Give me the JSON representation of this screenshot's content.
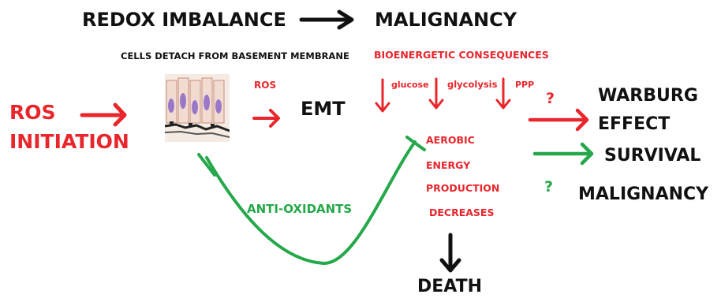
{
  "header": {
    "left": "REDOX IMBALANCE",
    "right": "MALIGNANCY"
  },
  "labels": {
    "cells_detach": "CELLS DETACH FROM BASEMENT MEMBRANE",
    "bioenergetic": "BIOENERGETIC CONSEQUENCES",
    "ros_initiation_line1": "ROS",
    "ros_initiation_line2": "INITIATION",
    "ros_small": "ROS",
    "emt": "EMT",
    "glucose": "glucose",
    "glycolysis": "glycolysis",
    "ppp": "PPP",
    "q_red": "?",
    "q_green": "?",
    "warburg_line1": "WARBURG",
    "warburg_line2": "EFFECT",
    "survival": "SURVIVAL",
    "malignancy_right": "MALIGNANCY",
    "aerobic_1": "AEROBIC",
    "aerobic_2": "ENERGY",
    "aerobic_3": "PRODUCTION",
    "aerobic_4": "DECREASES",
    "antioxidants": "ANTI-OXIDANTS",
    "death": "DEATH"
  },
  "colors": {
    "black": "#111111",
    "red": "#e8262b",
    "green": "#25a84a"
  },
  "icons": {
    "cell_layer": "epithelial-cells-detaching-illustration"
  }
}
